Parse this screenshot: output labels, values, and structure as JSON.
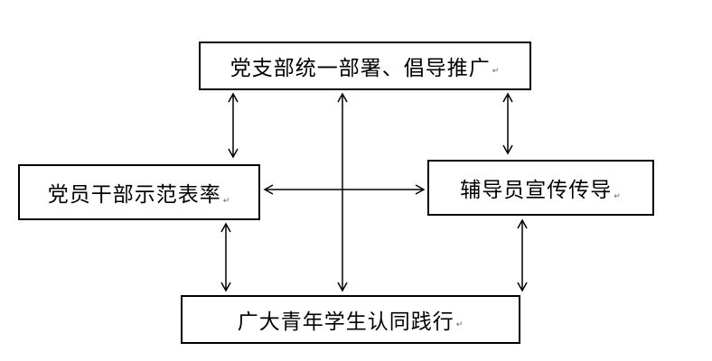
{
  "diagram": {
    "nodes": {
      "top": {
        "label": "党支部统一部署、倡导推广"
      },
      "left": {
        "label": "党员干部示范表率"
      },
      "right": {
        "label": "辅导员宣传传导"
      },
      "bottom": {
        "label": "广大青年学生认同践行"
      }
    },
    "paragraph_mark": "↵",
    "edges": [
      {
        "from": "top",
        "to": "left",
        "direction": "both"
      },
      {
        "from": "top",
        "to": "right",
        "direction": "both"
      },
      {
        "from": "top",
        "to": "bottom",
        "direction": "both"
      },
      {
        "from": "left",
        "to": "right",
        "direction": "both"
      },
      {
        "from": "left",
        "to": "bottom",
        "direction": "both"
      },
      {
        "from": "right",
        "to": "bottom",
        "direction": "both"
      }
    ],
    "colors": {
      "stroke": "#000000",
      "background": "#ffffff"
    }
  }
}
